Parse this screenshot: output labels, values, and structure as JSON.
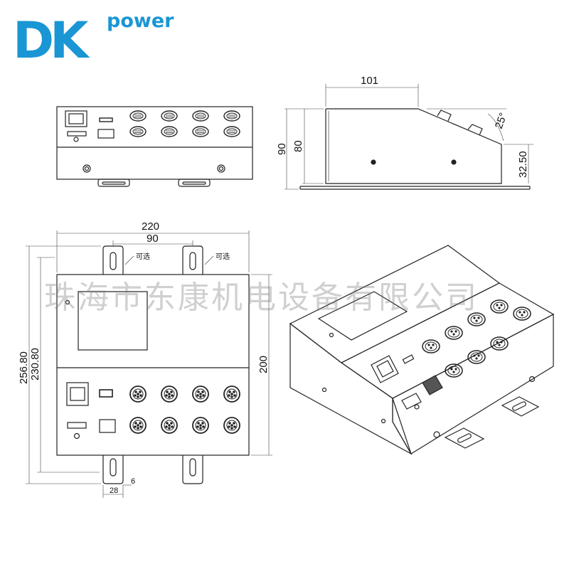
{
  "brand": {
    "logo_main": "DK",
    "logo_sub": "power",
    "color": "#1a96d4"
  },
  "watermark": "珠海市东康机电设备有限公司",
  "side_view": {
    "width_label": "101",
    "height_outer": "90",
    "height_inner": "80",
    "angle": "25°",
    "low_height": "32.50"
  },
  "top_view": {
    "overall_width": "220",
    "bracket_spacing": "90",
    "optional_left": "可选",
    "optional_right": "可选",
    "overall_depth": "256.80",
    "inner_depth": "230.80",
    "body_depth": "200",
    "bracket_width": "28",
    "bracket_gap": "6"
  }
}
